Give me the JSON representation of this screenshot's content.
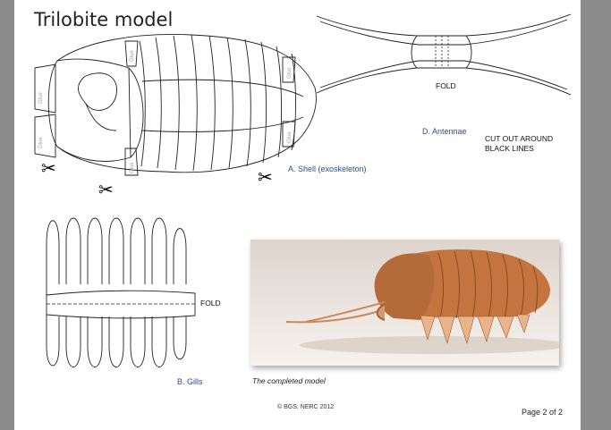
{
  "title": "Trilobite model",
  "labels": {
    "shell": "A. Shell (exoskeleton)",
    "gills": "B. Gills",
    "antennae": "D. Antennae",
    "cut_out": [
      "CUT OUT AROUND",
      "BLACK LINES"
    ],
    "fold_antennae": "FOLD",
    "fold_gills": "FOLD",
    "glue": "Glue",
    "caption": "The completed model"
  },
  "footer": {
    "copyright": "© BGS, NERC 2012",
    "page": "Page 2 of 2"
  },
  "icons": [
    "scissors-icon"
  ]
}
